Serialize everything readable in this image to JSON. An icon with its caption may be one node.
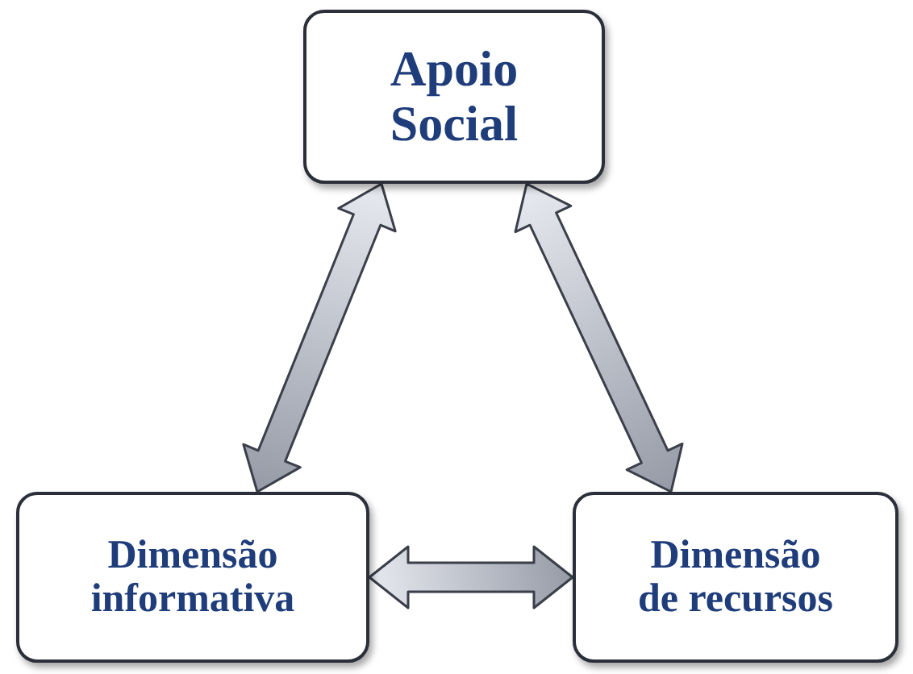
{
  "diagram": {
    "nodes": [
      {
        "text": [
          "Apoio Social"
        ]
      },
      {
        "text": [
          "Dimensão informativa"
        ]
      },
      {
        "text": [
          "Dimensão de recursos"
        ]
      }
    ],
    "edges": [
      {
        "from": 0,
        "to": 1,
        "arrow": "both"
      },
      {
        "from": 0,
        "to": 2,
        "arrow": "both"
      },
      {
        "from": 1,
        "to": 2,
        "arrow": "both"
      }
    ]
  }
}
